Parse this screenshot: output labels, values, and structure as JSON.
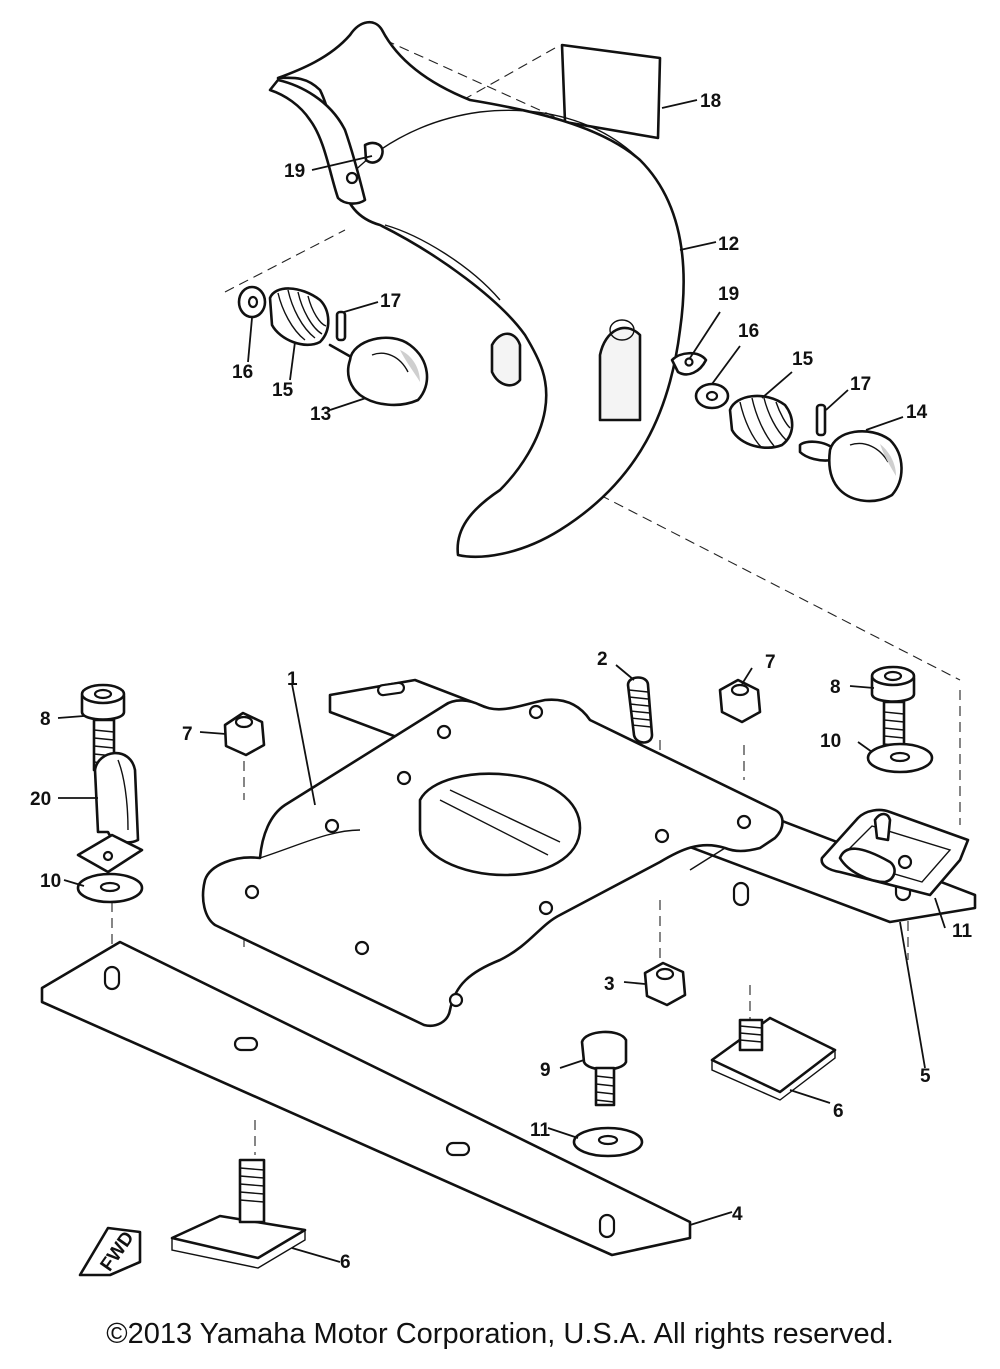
{
  "callouts": {
    "c1": "1",
    "c2": "2",
    "c3": "3",
    "c4": "4",
    "c5": "5",
    "c6a": "6",
    "c6b": "6",
    "c7a": "7",
    "c7b": "7",
    "c8a": "8",
    "c8b": "8",
    "c9": "9",
    "c10a": "10",
    "c10b": "10",
    "c11a": "11",
    "c11b": "11",
    "c12": "12",
    "c13": "13",
    "c14": "14",
    "c15a": "15",
    "c15b": "15",
    "c16a": "16",
    "c16b": "16",
    "c17a": "17",
    "c17b": "17",
    "c18": "18",
    "c19a": "19",
    "c19b": "19",
    "c20": "20"
  },
  "fwd_mark": "FWD",
  "copyright": "©2013 Yamaha Motor Corporation, U.S.A. All rights reserved."
}
